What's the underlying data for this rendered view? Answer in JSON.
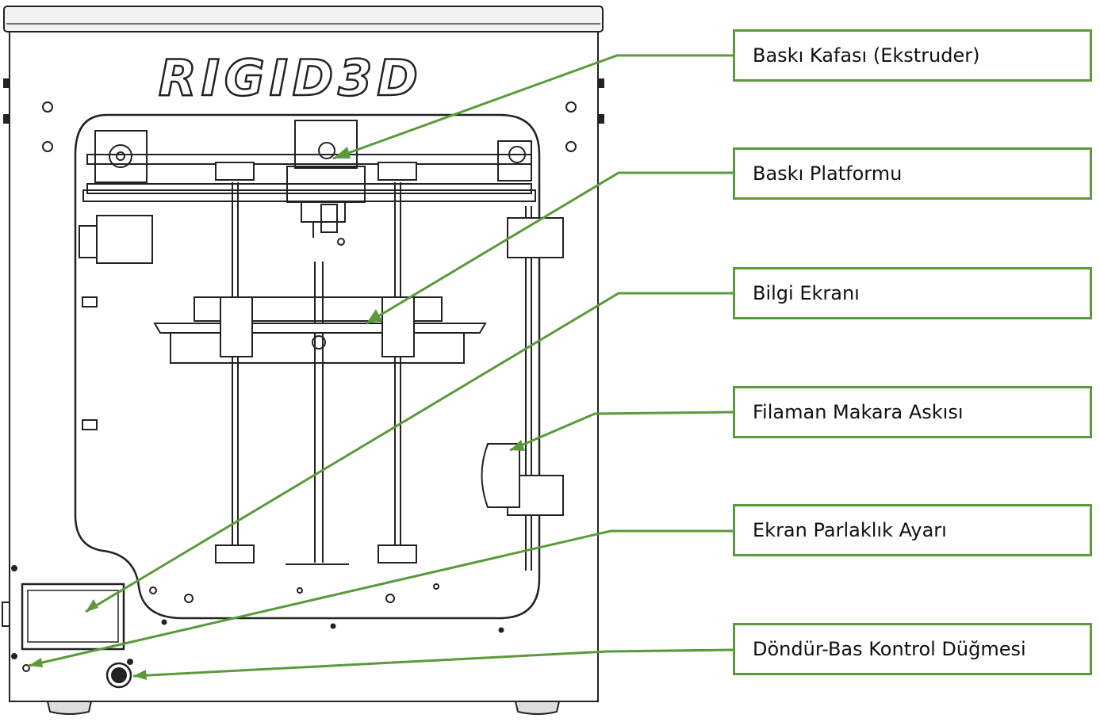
{
  "brand": {
    "logo_text": "RIGID3D"
  },
  "colors": {
    "accent": "#5a9a3a",
    "line": "#222222"
  },
  "labels": [
    {
      "id": "extruder",
      "text": "Baskı Kafası (Ekstruder)"
    },
    {
      "id": "platform",
      "text": "Baskı Platformu"
    },
    {
      "id": "display",
      "text": "Bilgi Ekranı"
    },
    {
      "id": "spool",
      "text": "Filaman Makara Askısı"
    },
    {
      "id": "brightness",
      "text": "Ekran Parlaklık Ayarı"
    },
    {
      "id": "knob",
      "text": "Döndür-Bas Kontrol Düğmesi"
    }
  ]
}
